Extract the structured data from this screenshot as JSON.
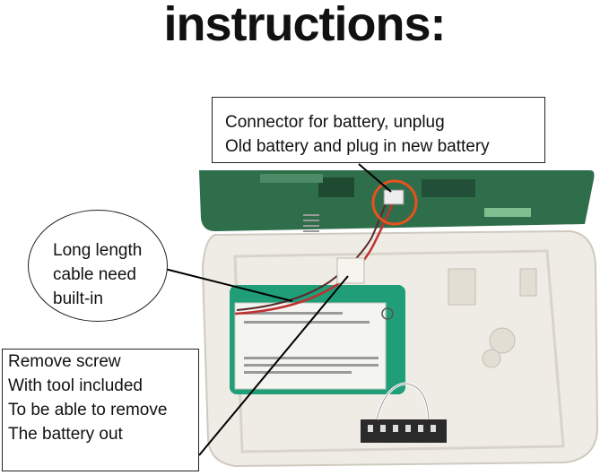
{
  "title": "instructions:",
  "callouts": {
    "connector": {
      "lines": [
        "Connector for battery, unplug",
        "Old battery and plug in new battery"
      ]
    },
    "cable": {
      "lines": [
        "Long length",
        "cable need",
        "built-in"
      ]
    },
    "screw": {
      "lines": [
        "Remove screw",
        "With tool included",
        "To be able to remove",
        "The battery out"
      ]
    }
  },
  "colors": {
    "circuit_board": "#2f6e4b",
    "battery": "#1f9e78",
    "housing": "#efece5",
    "highlight_circle": "#e8521c"
  }
}
